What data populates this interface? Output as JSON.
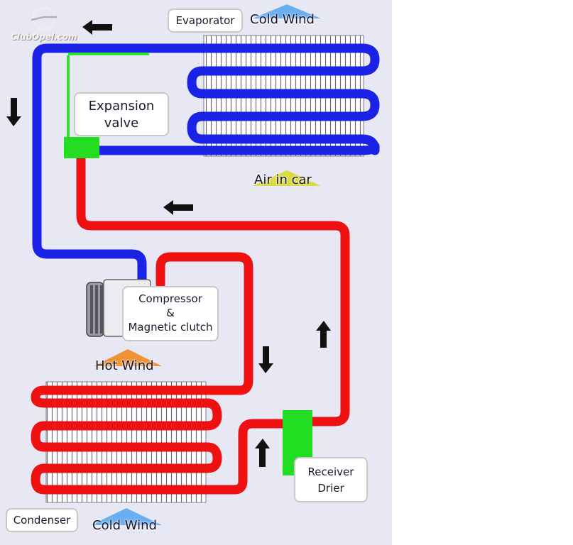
{
  "watermark": {
    "text": "ClubOpel.com"
  },
  "labels": {
    "evaporator": "Evaporator",
    "expansion_valve_line1": "Expansion",
    "expansion_valve_line2": "valve",
    "compressor_line1": "Compressor",
    "compressor_line2": "&",
    "compressor_line3": "Magnetic clutch",
    "receiver_line1": "Receiver",
    "receiver_line2": "Drier",
    "condenser": "Condenser"
  },
  "wind_labels": {
    "evaporator_cold": "Cold Wind",
    "air_in_car": "Air in car",
    "hot": "Hot Wind",
    "condenser_cold": "Cold Wind"
  },
  "colors": {
    "low_pressure_line": "#1a22e6",
    "high_pressure_line": "#ee1111",
    "valve_and_receiver": "#22dd22",
    "cold_wind_triangle": "#5aa8ee",
    "hot_wind_triangle": "#f08a20",
    "air_in_car_triangle": "#d8d820",
    "background": "#e8e8f4"
  },
  "icons": [
    "arrow-left-icon",
    "arrow-down-icon",
    "arrow-up-icon",
    "club-opel-logo-icon"
  ]
}
